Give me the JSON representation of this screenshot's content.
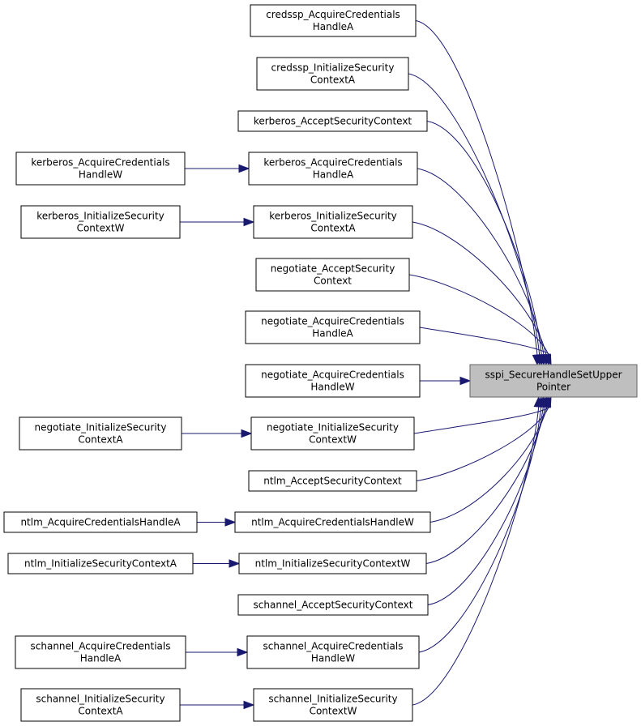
{
  "target": {
    "id": "sspi",
    "lines": [
      "sspi_SecureHandleSetUpper",
      "Pointer"
    ]
  },
  "callers": [
    {
      "id": "credssp_ach",
      "lines": [
        "credssp_AcquireCredentials",
        "HandleA"
      ]
    },
    {
      "id": "credssp_isc",
      "lines": [
        "credssp_InitializeSecurity",
        "ContextA"
      ]
    },
    {
      "id": "kerberos_asc",
      "lines": [
        "kerberos_AcceptSecurityContext"
      ]
    },
    {
      "id": "kerberos_acha",
      "lines": [
        "kerberos_AcquireCredentials",
        "HandleA"
      ]
    },
    {
      "id": "kerberos_isca",
      "lines": [
        "kerberos_InitializeSecurity",
        "ContextA"
      ]
    },
    {
      "id": "negotiate_asc",
      "lines": [
        "negotiate_AcceptSecurity",
        "Context"
      ]
    },
    {
      "id": "negotiate_acha",
      "lines": [
        "negotiate_AcquireCredentials",
        "HandleA"
      ]
    },
    {
      "id": "negotiate_achw",
      "lines": [
        "negotiate_AcquireCredentials",
        "HandleW"
      ]
    },
    {
      "id": "negotiate_iscw",
      "lines": [
        "negotiate_InitializeSecurity",
        "ContextW"
      ]
    },
    {
      "id": "ntlm_asc",
      "lines": [
        "ntlm_AcceptSecurityContext"
      ]
    },
    {
      "id": "ntlm_achw",
      "lines": [
        "ntlm_AcquireCredentialsHandleW"
      ]
    },
    {
      "id": "ntlm_iscw",
      "lines": [
        "ntlm_InitializeSecurityContextW"
      ]
    },
    {
      "id": "schannel_asc",
      "lines": [
        "schannel_AcceptSecurityContext"
      ]
    },
    {
      "id": "schannel_achw",
      "lines": [
        "schannel_AcquireCredentials",
        "HandleW"
      ]
    },
    {
      "id": "schannel_iscw",
      "lines": [
        "schannel_InitializeSecurity",
        "ContextW"
      ]
    }
  ],
  "second_level": [
    {
      "id": "kerberos_achw",
      "lines": [
        "kerberos_AcquireCredentials",
        "HandleW"
      ],
      "calls": "kerberos_acha"
    },
    {
      "id": "kerberos_iscw",
      "lines": [
        "kerberos_InitializeSecurity",
        "ContextW"
      ],
      "calls": "kerberos_isca"
    },
    {
      "id": "negotiate_isca",
      "lines": [
        "negotiate_InitializeSecurity",
        "ContextA"
      ],
      "calls": "negotiate_iscw"
    },
    {
      "id": "ntlm_acha",
      "lines": [
        "ntlm_AcquireCredentialsHandleA"
      ],
      "calls": "ntlm_achw"
    },
    {
      "id": "ntlm_isca",
      "lines": [
        "ntlm_InitializeSecurityContextA"
      ],
      "calls": "ntlm_iscw"
    },
    {
      "id": "schannel_acha",
      "lines": [
        "schannel_AcquireCredentials",
        "HandleA"
      ],
      "calls": "schannel_achw"
    },
    {
      "id": "schannel_isca",
      "lines": [
        "schannel_InitializeSecurity",
        "ContextA"
      ],
      "calls": "schannel_iscw"
    }
  ],
  "colors": {
    "edge": "#191970",
    "target_fill": "#bfbfbf",
    "node_fill": "#ffffff",
    "node_stroke": "#000000"
  }
}
